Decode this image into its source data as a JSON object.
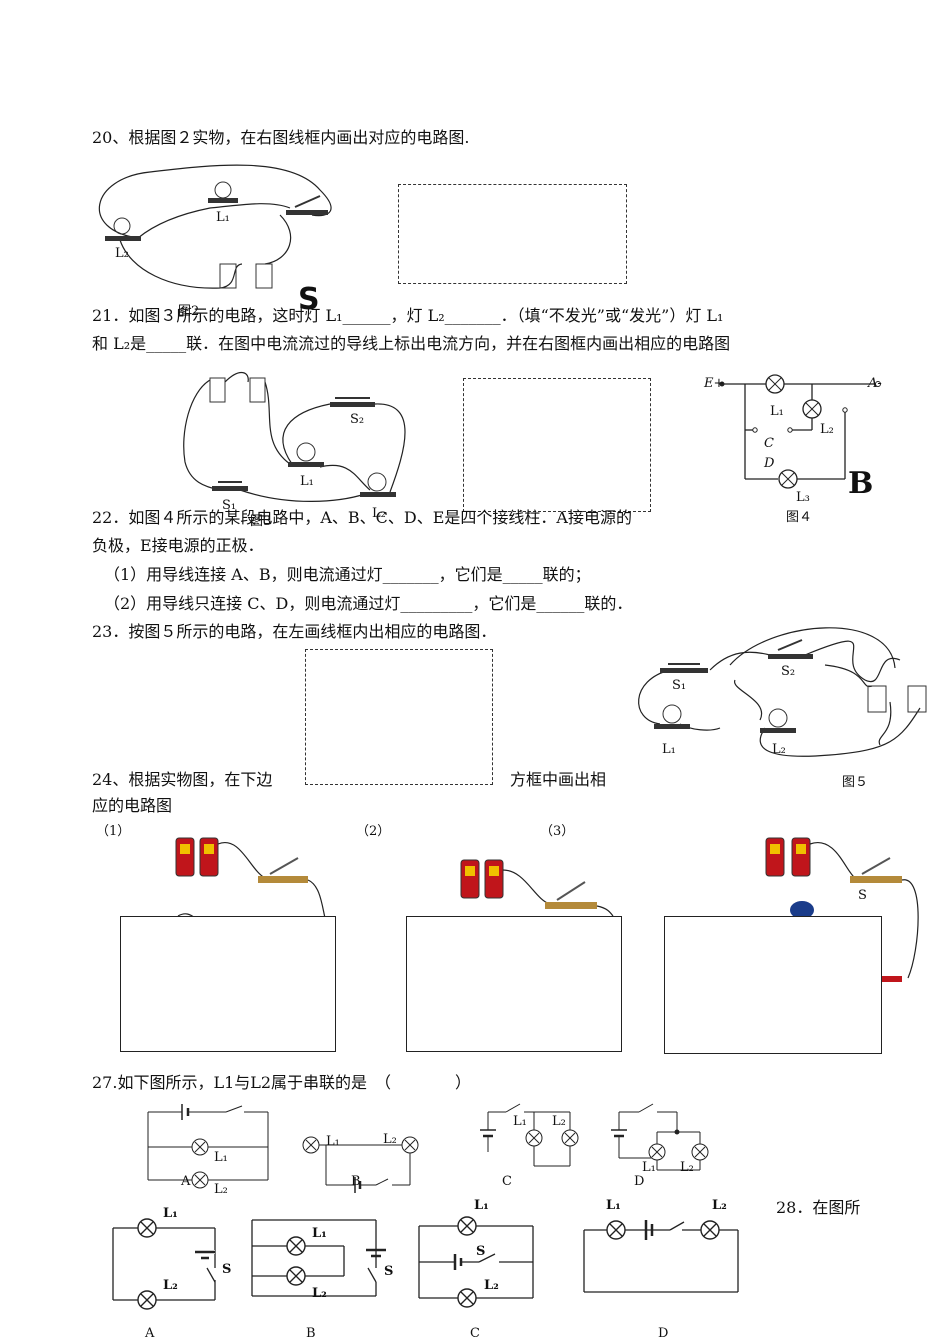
{
  "q20": {
    "text": "20、根据图２实物，在右图线框内画出对应的电路图.",
    "labels": {
      "l1": "L₁",
      "l2": "L₂",
      "fig": "图2"
    }
  },
  "q21": {
    "line1": "21．如图３所示的电路，这时灯 L₁______，灯 L₂_______．（填“不发光”或“发光”）灯 L₁",
    "line2": "和 L₂是_____联．在图中电流流过的导线上标出电流方向，并在右图框内画出相应的电路图",
    "overlay_S": "S",
    "labels": {
      "s2": "S₂",
      "l1": "L₁",
      "s1": "S₁",
      "l2": "L₂",
      "fig": "图3"
    }
  },
  "fig4": {
    "e": "E+",
    "a": "A-",
    "l1": "L₁",
    "l2": "L₂",
    "l3": "L₃",
    "c": "C",
    "d": "D",
    "caption": "图４",
    "overlay_B": "B"
  },
  "q22": {
    "line1": "22．如图４所示的某段电路中，A、B、C、D、E是四个接线柱．A接电源的",
    "line2": "负极，E接电源的正极．",
    "item1": "（1）用导线连接 A、B，则电流通过灯_______，它们是_____联的；",
    "item2": "（2）用导线只连接 C、D，则电流通过灯_________，它们是______联的．"
  },
  "q23": {
    "text": "23．按图５所示的电路，在左画线框内出相应的电路图．",
    "labels": {
      "s1": "S₁",
      "s2": "S₂",
      "l1": "L₁",
      "l2": "L₂",
      "fig": "图５"
    }
  },
  "q24": {
    "part1": "24、根据实物图，在下边",
    "part2": "方框中画出相",
    "line2": "应的电路图",
    "sub1": "（1）",
    "sub2": "（2）",
    "sub3": "（3）",
    "s": "S"
  },
  "q27": {
    "text": "27.如下图所示，L1与L2属于串联的是　（　　　　）",
    "opts": {
      "a": "A",
      "b": "B",
      "c": "C",
      "d": "D"
    },
    "l1": "L₁",
    "l2": "L₂"
  },
  "q28": {
    "text": "28．在图所",
    "opts": {
      "a": "A",
      "b": "B",
      "c": "C",
      "d": "D"
    },
    "l1": "L₁",
    "l2": "L₂",
    "s": "S"
  }
}
